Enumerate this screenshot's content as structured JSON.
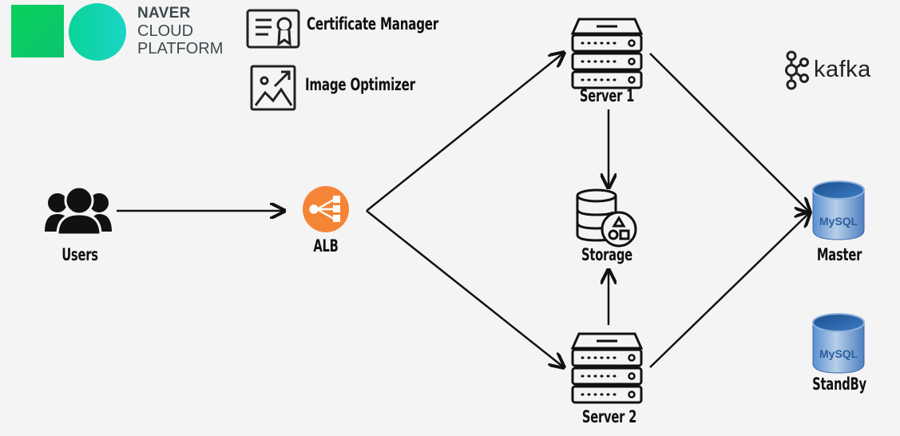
{
  "brand": {
    "naver_line1": "NAVER",
    "naver_line2": "CLOUD",
    "naver_line3": "PLATFORM",
    "kafka": "kafka"
  },
  "services": {
    "certificate_manager": "Certificate Manager",
    "image_optimizer": "Image Optimizer"
  },
  "nodes": {
    "users": "Users",
    "alb": "ALB",
    "server1": "Server 1",
    "server2": "Server 2",
    "storage": "Storage",
    "master": "Master",
    "standby": "StandBy"
  },
  "db_text": "MySQL",
  "colors": {
    "naver_green": "#03c75a",
    "naver_teal": "#17d4b4",
    "alb_orange": "#f58536",
    "mysql_blue": "#2f6fb2",
    "arrow": "#111111"
  },
  "edges": [
    [
      "users",
      "alb"
    ],
    [
      "alb",
      "server1"
    ],
    [
      "alb",
      "server2"
    ],
    [
      "server1",
      "storage"
    ],
    [
      "server2",
      "storage"
    ],
    [
      "server1",
      "master"
    ],
    [
      "server2",
      "master"
    ]
  ]
}
